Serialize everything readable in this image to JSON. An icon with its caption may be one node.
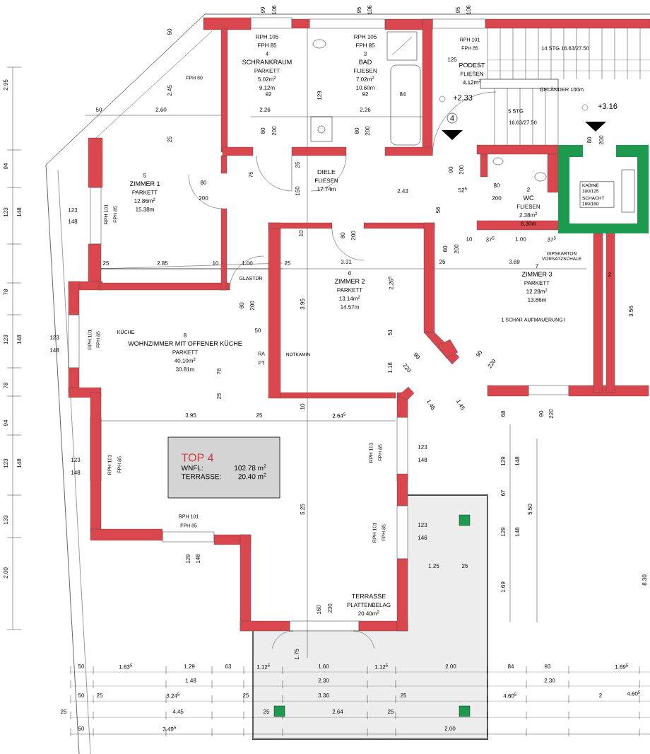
{
  "diagram": {
    "nodes": [
      {
        "text": [
          "RPH 105",
          "FPH 85",
          "4",
          "SCHRANKRAUM",
          "PARKETT",
          "5.02m$^{2}$",
          "9.12m"
        ]
      },
      {
        "text": [
          "RPH 105",
          "FPH 85",
          "3",
          "BAD",
          "FLIESEN",
          "7.02m$^{2}$",
          "10.60m"
        ]
      },
      {
        "text": [
          "PODEST",
          "FLIESEN",
          "4.12m$^{2}$"
        ]
      },
      {
        "text": [
          "5",
          "ZIMMER 1",
          "PARKETT",
          "12.86m$^{2}$",
          "15.38m"
        ]
      },
      {
        "text": [
          "DIELE",
          "FLIESEN",
          "17.74m"
        ]
      },
      {
        "text": [
          "2",
          "WC",
          "FLIESEN",
          "2.38m$^{2}$",
          "6.30m"
        ]
      },
      {
        "text": [
          "KABINE 100/125",
          "SCHACHT 160/160"
        ]
      },
      {
        "text": [
          "6",
          "ZIMMER 2",
          "PARKETT",
          "13.14m$^{2}$",
          "14.57m"
        ]
      },
      {
        "text": [
          "7",
          "ZIMMER 3",
          "PARKETT",
          "12.28m$^{2}$",
          "13.86m"
        ]
      },
      {
        "text": [
          "8",
          "WOHNZIMMER MIT OFFENER KÜCHE",
          "PARKETT",
          "40.10m$^{2}$",
          "30.81m"
        ]
      },
      {
        "text": [
          "TOP 4",
          "WNFL:",
          "102.78 m$^{2}$",
          "TERRASSE:",
          "20.40 m$^{2}$"
        ]
      },
      {
        "text": [
          "TERRASSE",
          "PLATTENBELAG",
          "20.40m$^{2}$"
        ]
      }
    ],
    "labels": [
      "99",
      "106",
      "95",
      "106",
      "95",
      "106",
      "2.95",
      "50",
      "FPH 80",
      "2.45",
      "50",
      "2.60",
      "25",
      "92",
      "2.26",
      "80",
      "200",
      "129",
      "92",
      "84",
      "2.26",
      "80",
      "200",
      "RPH 101",
      "FPH 85",
      "125",
      "14 STG 16.63/27.50",
      "GELÄNDER 100m",
      "+2.33",
      "4",
      "5 STG",
      "16.63/27.50",
      "+3.16",
      "94",
      "80",
      "200",
      "75",
      "25",
      "150",
      "RPH 101",
      "FPH 85",
      "123",
      "148",
      "123",
      "148",
      "90",
      "200",
      "2.43",
      "52$^{5}$",
      "80",
      "200",
      "80",
      "200",
      "56",
      "10",
      "80",
      "200",
      "80",
      "200",
      "10",
      "37$^{5}$",
      "1.00",
      "37$^{5}$",
      "GIPSKARTON VORSATZSCHALE",
      "25",
      "2.85",
      "10",
      "1.00",
      "25",
      "3.31",
      "25",
      "3.69",
      "GLASTÜR",
      "2.26$^{5}$",
      "3.95",
      "80",
      "200",
      "2",
      "78",
      "3.56",
      "1 SCHAR AUFMAUERUNG I",
      "KÜCHE",
      "50",
      "RPH 101",
      "FPH 85",
      "123",
      "148",
      "123",
      "148",
      "RA",
      "PT",
      "NOTKAMIN",
      "51",
      "1.18",
      "90",
      "220",
      "90",
      "220",
      "76",
      "25",
      "78",
      "1.45",
      "1.45",
      "68",
      "90",
      "220",
      "3.95",
      "25",
      "10",
      "2.64$^{5}$",
      "94",
      "RPH 101",
      "FPH 85",
      "123",
      "148",
      "123",
      "148",
      "RPH 101",
      "FPH 85",
      "123",
      "148",
      "129",
      "148",
      "5.25",
      "67",
      "5.50",
      "RPH 101",
      "FPH 85",
      "133",
      "RPH 101",
      "FPH 85",
      "123",
      "146",
      "129",
      "148",
      "129",
      "148",
      "1.25",
      "25",
      "2.00",
      "8.30",
      "1.69",
      "160",
      "230",
      "1.75",
      "50",
      "1.63$^{5}$",
      "1.29",
      "63",
      "1.12$^{5}$",
      "1.60",
      "1.12$^{5}$",
      "2.00",
      "84",
      "93",
      "1.69$^{5}$",
      "1.48",
      "2.30",
      "2.30",
      "50",
      "25",
      "3.24$^{5}$",
      "25",
      "3.36",
      "25",
      "4.60$^{5}$",
      "2",
      "4.60$^{5}$",
      "25",
      "4.45",
      "25",
      "2.64",
      "25",
      "50",
      "3.49$^{5}$",
      "2.00"
    ]
  }
}
